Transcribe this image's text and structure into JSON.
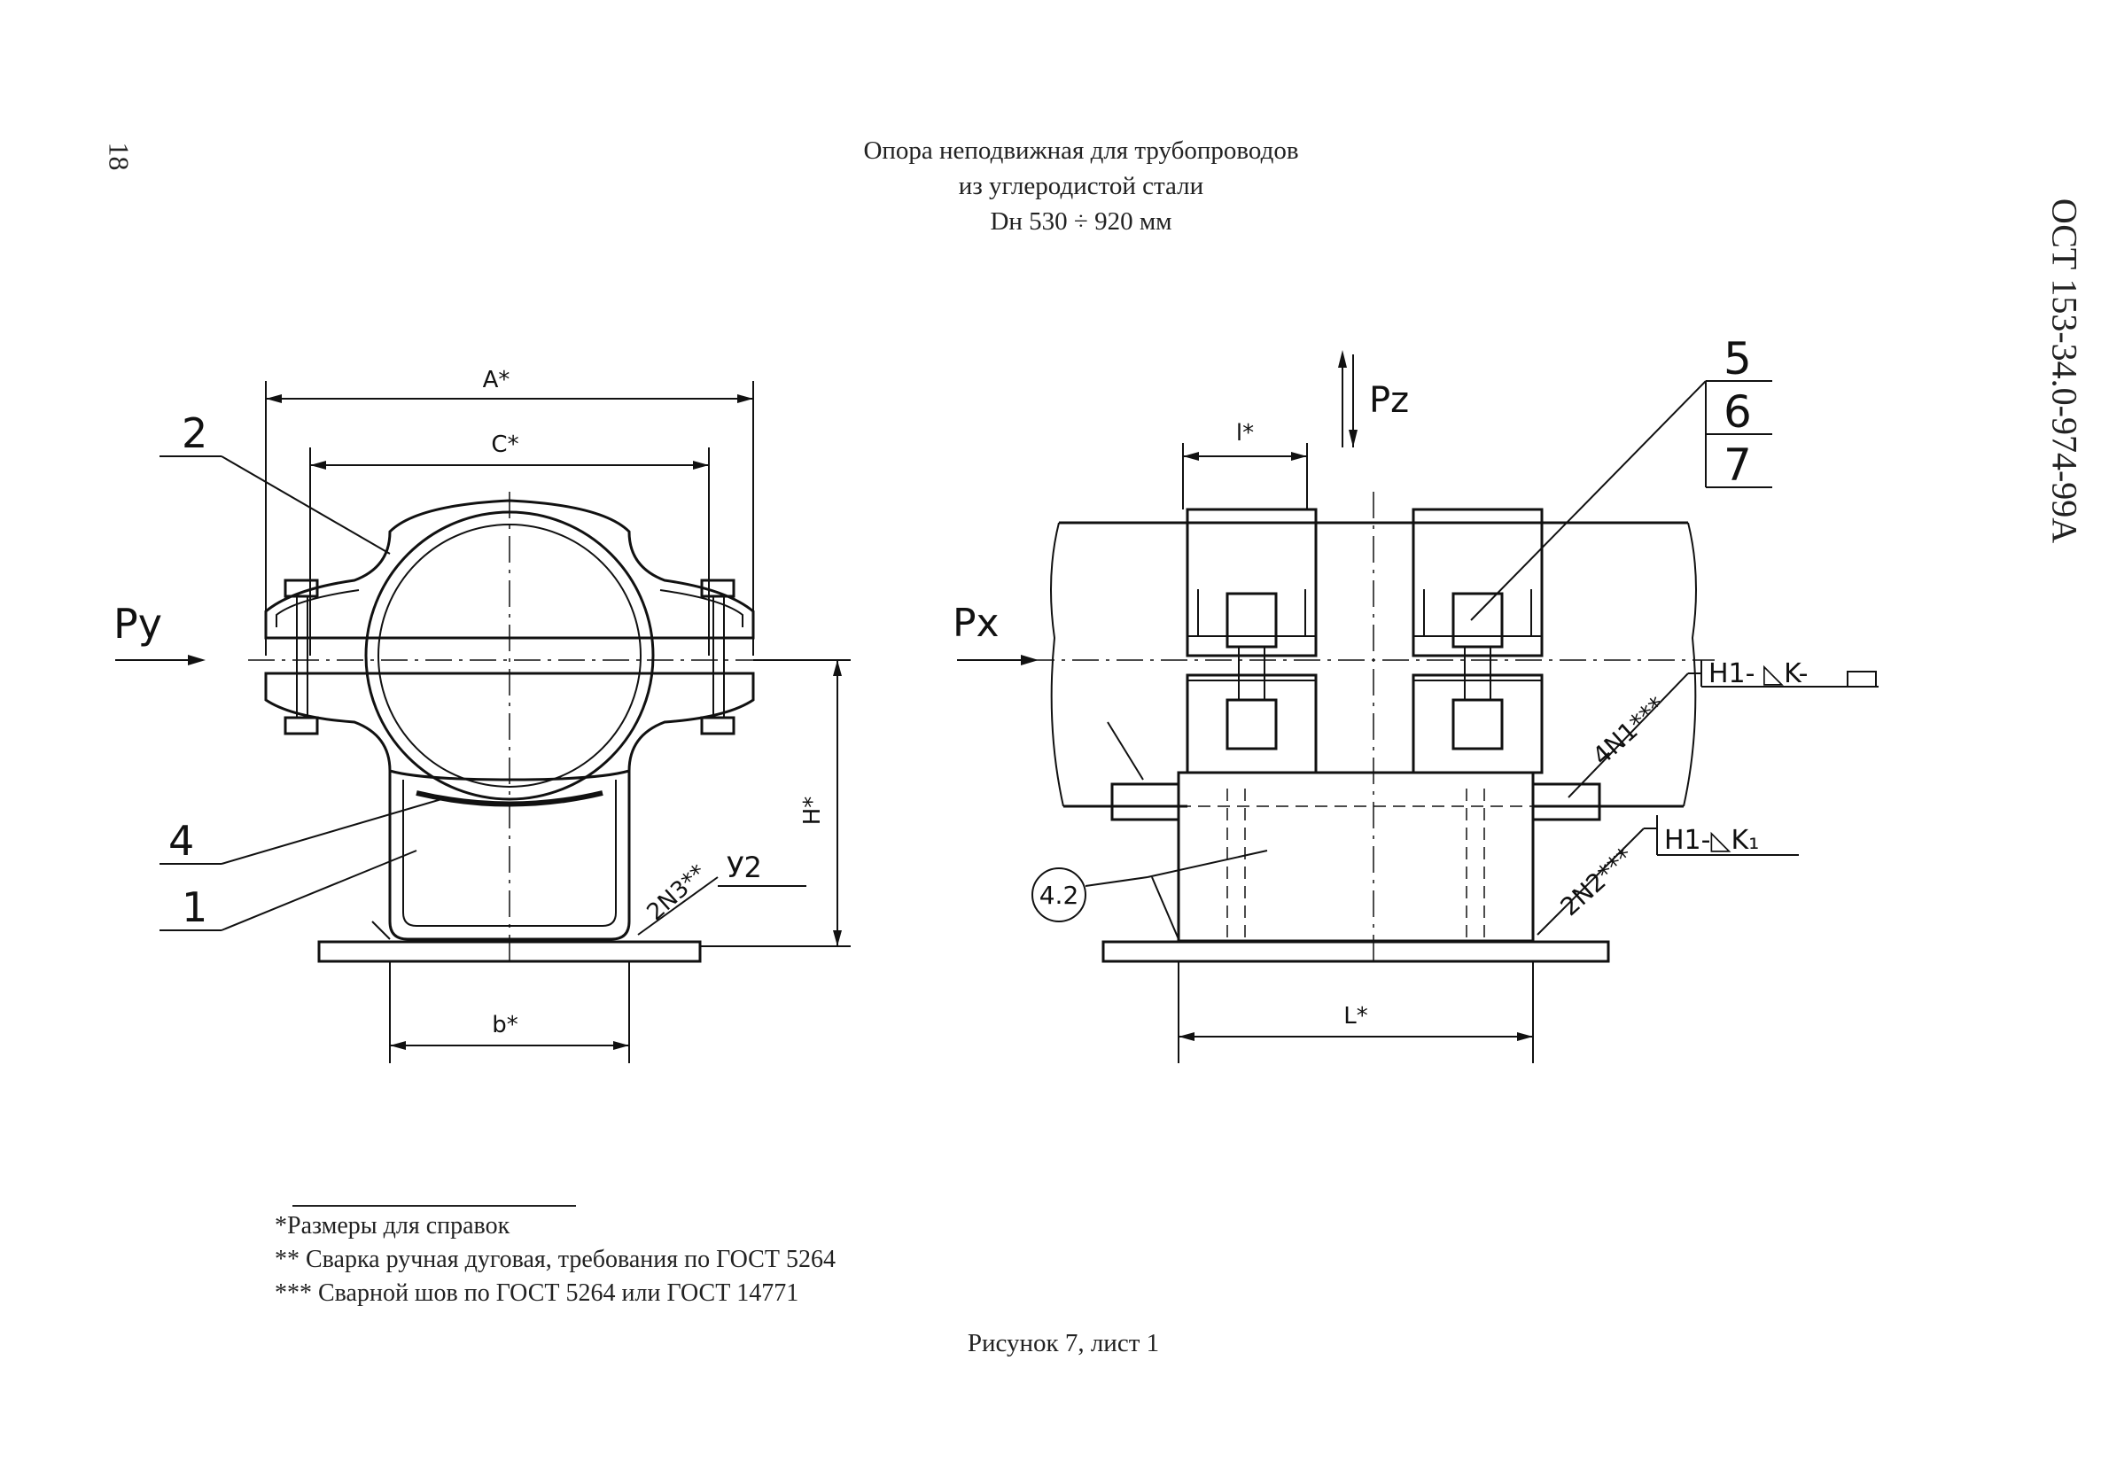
{
  "page_number": "18",
  "title": {
    "line1": "Опора неподвижная для трубопроводов",
    "line2": "из углеродистой стали",
    "line3": "Dн 530 ÷ 920 мм"
  },
  "standard": "ОСТ 153-34.0-974-99А",
  "labels": {
    "part_2": "2",
    "part_4": "4",
    "part_1": "1",
    "part_5": "5",
    "part_6": "6",
    "part_7": "7",
    "part_4_2": "4.2",
    "dim_A": "A*",
    "dim_C": "C*",
    "dim_b": "b*",
    "dim_H": "H*",
    "dim_l": "l*",
    "dim_L": "L*",
    "force_Py": "Py",
    "force_Px": "Px",
    "force_Pz": "Pz",
    "weld_2N3": "2N3**",
    "weld_y2": "У2",
    "weld_4N1": "4N1***",
    "weld_2N2": "2N2***",
    "weld_H1_K": "H1- ◺K-",
    "weld_H1_K1": "H1-◺K₁"
  },
  "notes": [
    "*Размеры для справок",
    "** Сварка ручная дуговая, требования по ГОСТ 5264",
    "*** Сварной шов по ГОСТ 5264 или ГОСТ 14771"
  ],
  "caption": "Рисунок 7, лист 1"
}
